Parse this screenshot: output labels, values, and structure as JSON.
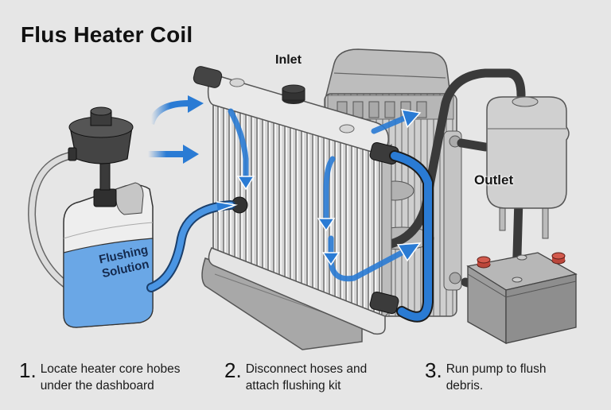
{
  "title": "Flus Heater Coil",
  "labels": {
    "inlet": "Inlet",
    "outlet": "Outlet",
    "jug_line1": "Flushing",
    "jug_line2": "Solution"
  },
  "steps": [
    {
      "number": "1.",
      "line1": "Locate heater core hobes",
      "line2": "under the dashboard"
    },
    {
      "number": "2.",
      "line1": "Disconnect hoses and",
      "line2": "attach flushing kit"
    },
    {
      "number": "3.",
      "line1": "Run pump to flush",
      "line2": "debris."
    }
  ],
  "colors": {
    "background": "#e6e6e6",
    "flow_blue": "#2a7bd4",
    "hose_dark": "#3a3a3a",
    "metal": "#c9c9c9",
    "battery_terminal": "#c0453a",
    "fluid": "#6aa7e6"
  }
}
